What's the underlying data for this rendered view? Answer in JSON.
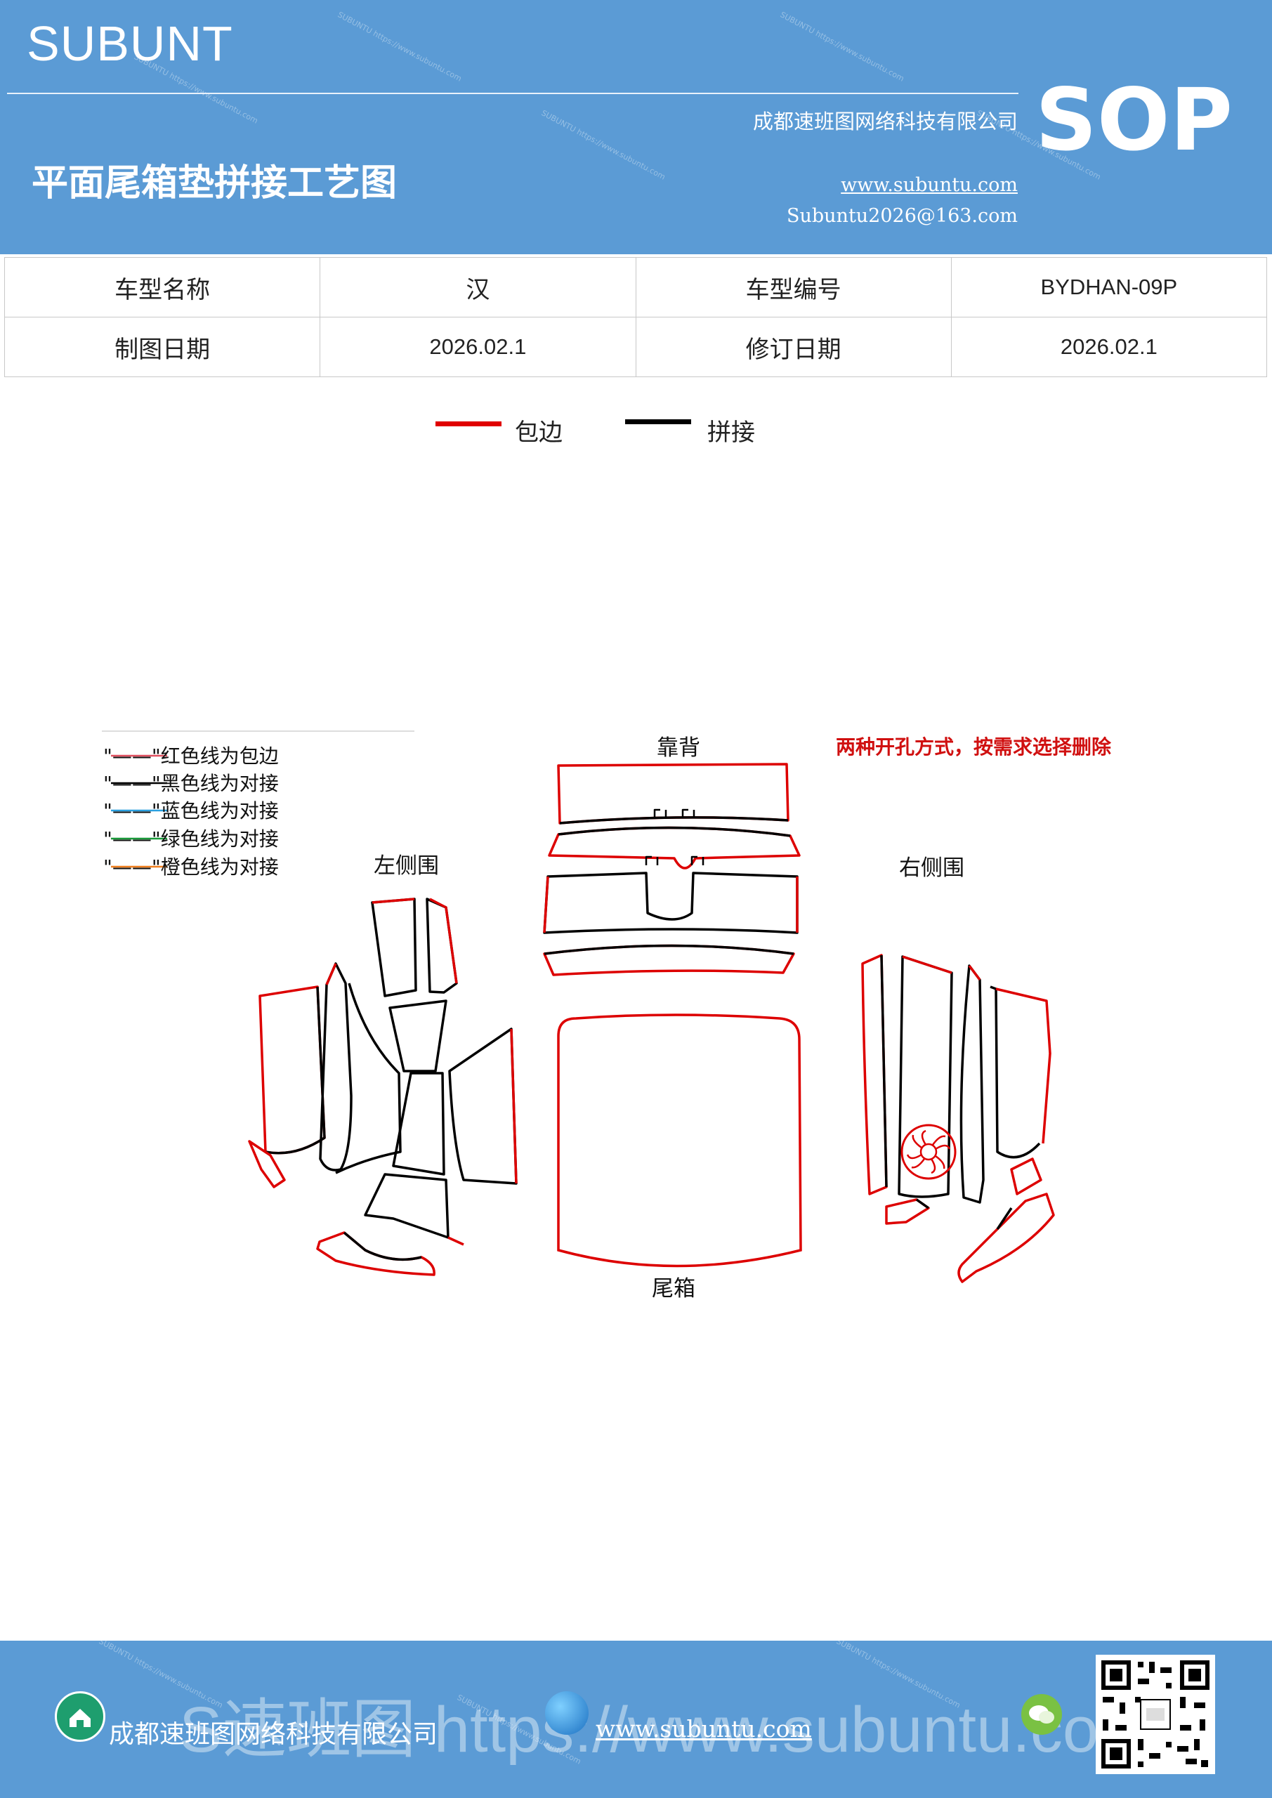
{
  "header": {
    "brand": "SUBUNT",
    "company": "成都速班图网络科技有限公司",
    "badge": "SOP",
    "title": "平面尾箱垫拼接工艺图",
    "website": "www.subuntu.com",
    "email": "Subuntu2026@163.com",
    "bg_color": "#5b9bd5"
  },
  "info": {
    "model_name_label": "车型名称",
    "model_name_value": "汉",
    "model_code_label": "车型编号",
    "model_code_value": "BYDHAN-09P",
    "draw_date_label": "制图日期",
    "draw_date_value": "2026.02.1",
    "revision_date_label": "修订日期",
    "revision_date_value": "2026.02.1"
  },
  "legend": {
    "edge_label": "包边",
    "edge_color": "#e00000",
    "splice_label": "拼接",
    "splice_color": "#000000"
  },
  "drawing": {
    "line_key": [
      {
        "text": "\"——\"红色线为包边",
        "color": "#e05060"
      },
      {
        "text": "\"——\"黑色线为对接",
        "color": "#000000"
      },
      {
        "text": "\"——\"蓝色线为对接",
        "color": "#2aa0e0"
      },
      {
        "text": "\"——\"绿色线为对接",
        "color": "#1a9a3a"
      },
      {
        "text": "\"——\"橙色线为对接",
        "color": "#f08020"
      }
    ],
    "label_backrest": "靠背",
    "label_left_side": "左侧围",
    "label_right_side": "右侧围",
    "label_trunk": "尾箱",
    "note": "两种开孔方式，按需求选择删除",
    "note_color": "#d01010"
  },
  "footer": {
    "company": "成都速班图网络科技有限公司",
    "website": "www.subuntu.com",
    "ghost_text": "S速班图 https://www.subuntu.com"
  }
}
